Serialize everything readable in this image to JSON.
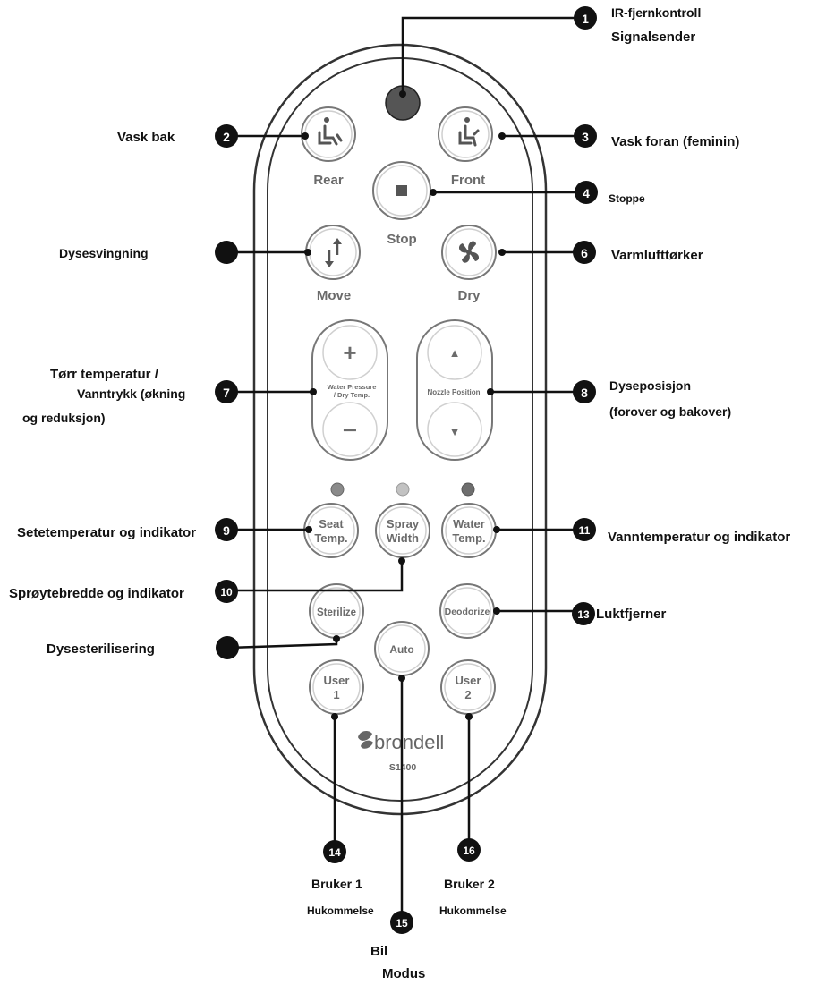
{
  "remote": {
    "brand": "brondell",
    "model": "S1400",
    "buttons": {
      "rear": "Rear",
      "front": "Front",
      "stop": "Stop",
      "move": "Move",
      "dry": "Dry",
      "plus": "+",
      "minus": "−",
      "water_pressure_1": "Water Pressure",
      "water_pressure_2": "/ Dry Temp.",
      "nozzle_position": "Nozzle Position",
      "up": "▲",
      "down": "▼",
      "seat_1": "Seat",
      "seat_2": "Temp.",
      "spray_1": "Spray",
      "spray_2": "Width",
      "water_1": "Water",
      "water_2": "Temp.",
      "sterilize": "Sterilize",
      "deodorize": "Deodorize",
      "auto": "Auto",
      "user1_1": "User",
      "user1_2": "1",
      "user2_1": "User",
      "user2_2": "2"
    }
  },
  "markers": [
    "1",
    "2",
    "3",
    "4",
    "6",
    "7",
    "8",
    "9",
    "10",
    "11",
    "13",
    "14",
    "15",
    "16"
  ],
  "labels": {
    "ir_line1": "IR-fjernkontroll",
    "ir_line2": "Signalsender",
    "rear_wash": "Vask bak",
    "front_wash": "Vask foran (feminin)",
    "stop": "Stoppe",
    "oscillation": "Dysesvingning",
    "dryer": "Varmlufttørker",
    "temp_line1": "Tørr temperatur /",
    "temp_line2": "Vanntrykk (økning",
    "temp_line3": "og reduksjon)",
    "nozzle_line1": "Dyseposisjon",
    "nozzle_line2": "(forover og bakover)",
    "seat_temp": "Setetemperatur og indikator",
    "water_temp": "Vanntemperatur og indikator",
    "spray_width": "Sprøytebredde og indikator",
    "deodorizer": "Luktfjerner",
    "sterilize": "Dysesterilisering",
    "user1_line1": "Bruker 1",
    "user1_line2": "Hukommelse",
    "user2_line1": "Bruker 2",
    "user2_line2": "Hukommelse",
    "auto_line1": "Bil",
    "auto_line2": "Modus"
  },
  "colors": {
    "marker": "#111111",
    "remote_outline": "#333333",
    "indicator_seat": "#8a8a8a",
    "indicator_spray": "#c2c2c2",
    "indicator_water": "#6e6e6e",
    "ir_sender": "#555555"
  },
  "icons": [
    "seated-person-rear-icon",
    "seated-person-front-icon",
    "stop-square-icon",
    "move-arrows-icon",
    "fan-icon",
    "plus-icon",
    "minus-icon",
    "up-triangle-icon",
    "down-triangle-icon"
  ]
}
